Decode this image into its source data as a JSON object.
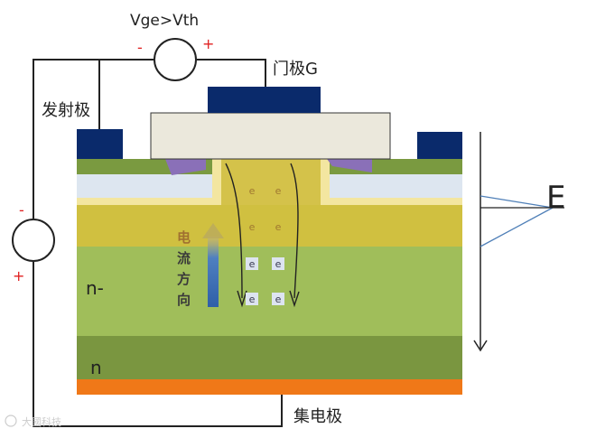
{
  "labels": {
    "gate_voltage": "Vge>Vth",
    "gate": "门极G",
    "emitter": "发射极",
    "collector": "集电极",
    "n_minus": "n-",
    "n": "n",
    "field": "E",
    "current_direction": [
      "电",
      "流",
      "方",
      "向"
    ],
    "watermark": "大國科技"
  },
  "signs": {
    "top_source_neg": "-",
    "top_source_pos": "+",
    "left_source_neg": "-",
    "left_source_pos": "+"
  },
  "electrons": [
    {
      "col": "left",
      "row": 1,
      "text": "e"
    },
    {
      "col": "right",
      "row": 1,
      "text": "e"
    },
    {
      "col": "left",
      "row": 2,
      "text": "e"
    },
    {
      "col": "right",
      "row": 2,
      "text": "e"
    },
    {
      "col": "left",
      "row": 3,
      "text": "e"
    },
    {
      "col": "right",
      "row": 3,
      "text": "e"
    },
    {
      "col": "left",
      "row": 4,
      "text": "e"
    },
    {
      "col": "right",
      "row": 4,
      "text": "e"
    }
  ],
  "colors": {
    "electrode": "#0a2a6b",
    "oxide": "#ebe8dc",
    "p_region": "#7a9a40",
    "n_plus": "#dde6f0",
    "channel": "#d4c24a",
    "n_drift": "#a0be5a",
    "n_buffer": "#7a9640",
    "collector_metal": "#f07818",
    "arrow_blue": "#3a6fb0",
    "sign_red": "#e02020"
  }
}
